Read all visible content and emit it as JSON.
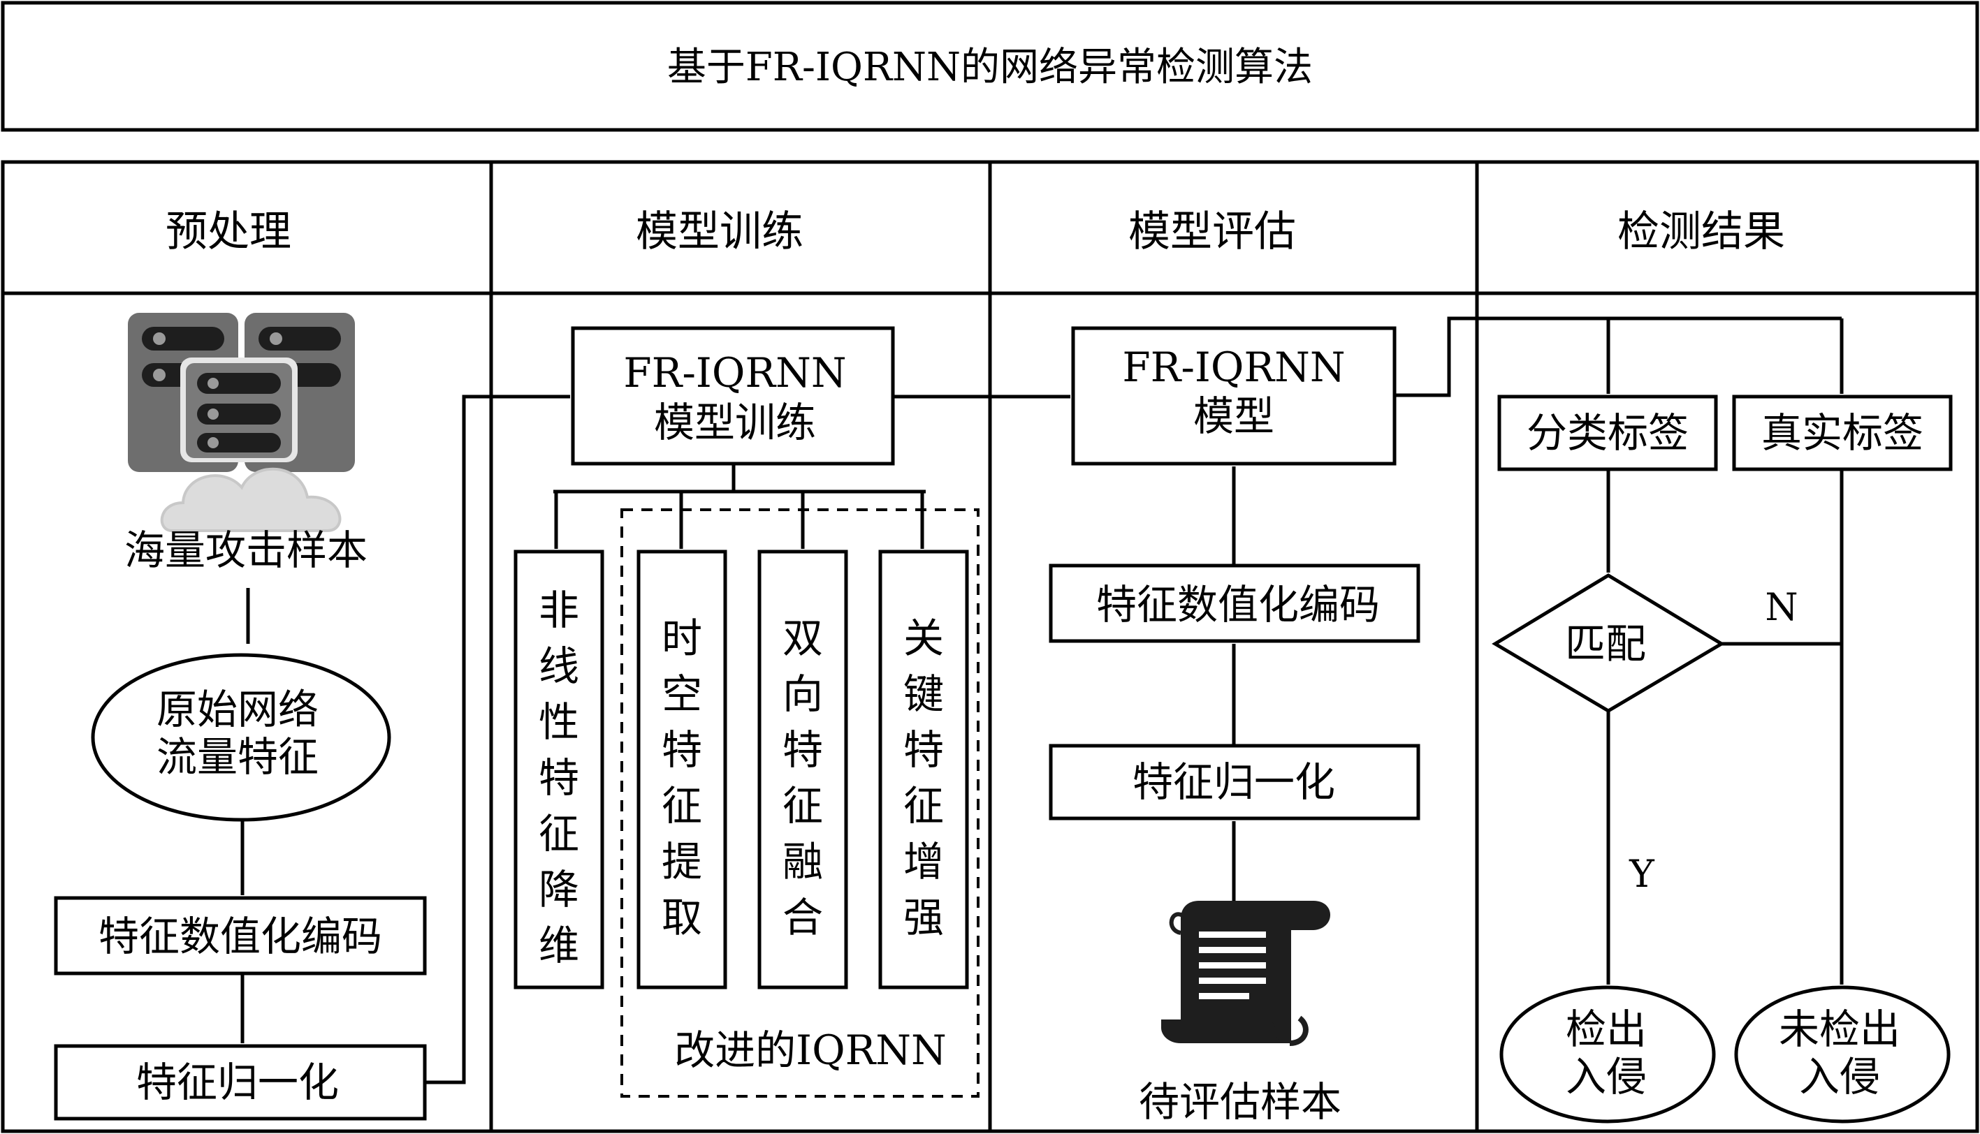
{
  "title": "基于FR-IQRNN的网络异常检测算法",
  "columns": {
    "preprocess": "预处理",
    "training": "模型训练",
    "evaluation": "模型评估",
    "result": "检测结果"
  },
  "preprocess": {
    "samples_label": "海量攻击样本",
    "raw_features_line1": "原始网络",
    "raw_features_line2": "流量特征",
    "encoding": "特征数值化编码",
    "normalize": "特征归一化"
  },
  "training": {
    "model_line1": "FR-IQRNN",
    "model_line2": "模型训练",
    "branches": [
      {
        "chars": [
          "非",
          "线",
          "性",
          "特",
          "征",
          "降",
          "维"
        ]
      },
      {
        "chars": [
          "时",
          "空",
          "特",
          "征",
          "提",
          "取"
        ]
      },
      {
        "chars": [
          "双",
          "向",
          "特",
          "征",
          "融",
          "合"
        ]
      },
      {
        "chars": [
          "关",
          "键",
          "特",
          "征",
          "增",
          "强"
        ]
      }
    ],
    "improved_label": "改进的IQRNN"
  },
  "evaluation": {
    "model_line1": "FR-IQRNN",
    "model_line2": "模型",
    "encoding": "特征数值化编码",
    "normalize": "特征归一化",
    "samples_label": "待评估样本"
  },
  "result": {
    "predicted_label": "分类标签",
    "true_label": "真实标签",
    "match": "匹配",
    "no": "N",
    "yes": "Y",
    "detected_line1": "检出",
    "detected_line2": "入侵",
    "undetected_line1": "未检出",
    "undetected_line2": "入侵"
  }
}
